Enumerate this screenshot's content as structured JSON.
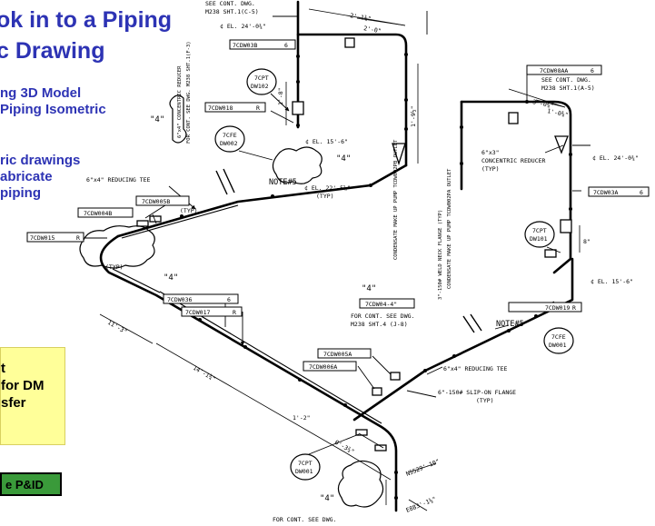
{
  "slide": {
    "title_line1": "ok in to a Piping",
    "title_line2": "c Drawing",
    "bullet1_line1": "ng 3D Model",
    "bullet1_line2": "Piping Isometric",
    "bullet2_line1": "ric drawings",
    "bullet2_line2": "abricate",
    "bullet2_line3": "piping",
    "note_line1": "t",
    "note_line2": "for DM",
    "note_line3": "sfer",
    "button_label": "e P&ID"
  },
  "colors": {
    "title_blue": "#2d33b4",
    "note_yellow": "#ffff99",
    "button_green": "#3a9a3a"
  },
  "drawing": {
    "notes": {
      "cont_top_1": "SEE CONT. DWG.",
      "cont_top_2": "M238 SHT.1(C-5)",
      "el_top": "¢ EL. 24'-0¾\"",
      "dim_2_1_top": "2'-1¾\"",
      "dim_2_0_top": "2'-0\"",
      "tag_d3b": "7CDW03B",
      "tag_6": "6",
      "tcpt_top": "7CPT",
      "tcpt_top_no": "DW102",
      "dim_1_8": "1'-8\"",
      "dim_1_9": "1'-9½\"",
      "tag_d18": "7CDW018",
      "tag_r": "R",
      "pipe_4_1": "\"4\"",
      "vert_cont": "FOR CONT. SEE DWG. M238 SHT.1(F-3)",
      "vert_reducer": "6\"x4\" CONCENTRIC REDUCER",
      "tcfe_top": "7CFE",
      "tcfe_top_no": "DW002",
      "el_15_left": "¢ EL. 15'-6\"",
      "note5_left": "NOTE#5",
      "pipe_4_2": "\"4\"",
      "el_22": "¢ EL. 22'-5⅝\"",
      "typ1": "(TYP)",
      "reducing_tee_left": "6\"x4\" REDUCING TEE",
      "tag_d05b": "7CDW005B",
      "tag_d04b": "7CDW004B",
      "tag_d15": "7CDW015",
      "tag_d15_r": "R",
      "typ2": "(TYP)",
      "typ3": "(TYP)",
      "pipe_4_3": "\"4\"",
      "cond_left": "CONDENSATE MAKE UP PUMP TCDW002PB OUTLET",
      "tag_baa": "7CDW08AA",
      "tag_baa_no": "6",
      "cont_right_1": "SEE CONT. DWG.",
      "cont_right_2": "M238 SHT.1(A-5)",
      "dim_3_0_r": "3'-0¼\"",
      "dim_1_0_r": "1'-0¾\"",
      "el_24_r": "¢ EL. 24'-0¾\"",
      "conc_red_1": "6\"x3\"",
      "conc_red_2": "CONCENTRIC REDUCER",
      "conc_red_3": "(TYP)",
      "tag_d03a": "7CDW03A",
      "tag_d03a_no": "6",
      "weld_neck": "3\"-150# WELD NECK FLANGE (TYP)",
      "cond_right": "CONDENSATE MAKE UP PUMP TCDW002PA OUTLET",
      "tcpt_r": "7CPT",
      "tcpt_r_no": "DW101",
      "dim_8_r": "8\"",
      "el_15_r": "¢ EL. 15'-6\"",
      "tag_d19": "7CDW019",
      "tag_d19_r": "R",
      "pipe_4_4": "\"4\"",
      "tag_dw04": "7CDW04-4\"",
      "cont_mid_1": "FOR CONT. SEE DWG.",
      "cont_mid_2": "M238 SHT.4 (J-8)",
      "note5_right": "NOTE#5",
      "tcfe_r": "7CFE",
      "tcfe_r_no": "DW001",
      "tag_d05a": "7CDW005A",
      "tag_d06a": "7CDW006A",
      "reducing_tee_right": "6\"x4\" REDUCING TEE",
      "slip_on_1": "6\"-150# SLIP-ON FLANGE",
      "slip_on_2": "(TYP)",
      "tag_d36": "7CDW036",
      "tag_d36_no": "6",
      "tag_d17": "7CDW017",
      "tag_d17_r": "R",
      "dim_11_3": "11'-3\"",
      "dim_14_1": "14'-1¾\"",
      "dim_1_2": "1'-2\"",
      "dim_0_3": "0'-3¾\"",
      "tcpt_bot": "7CPT",
      "tcpt_bot_no": "DW001",
      "n5529": "N5529'-10\"",
      "e883": "E883'-1⅝\"",
      "pipe_4_5": "\"4\"",
      "cont_bottom": "FOR CONT. SEE DWG."
    }
  }
}
